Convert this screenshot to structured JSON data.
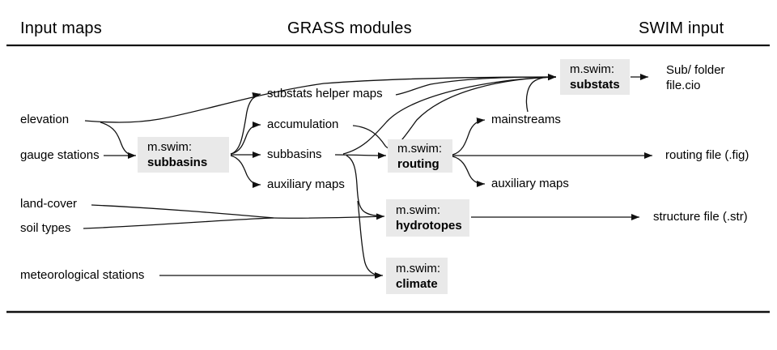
{
  "headers": {
    "input_maps": "Input maps",
    "grass_modules": "GRASS modules",
    "swim_input": "SWIM input"
  },
  "inputs": {
    "elevation": "elevation",
    "gauge_stations": "gauge stations",
    "land_cover": "land-cover",
    "soil_types": "soil types",
    "meteorological_stations": "meteorological stations"
  },
  "modules": {
    "subbasins": {
      "prefix": "m.swim:",
      "name": "subbasins"
    },
    "routing": {
      "prefix": "m.swim:",
      "name": "routing"
    },
    "substats": {
      "prefix": "m.swim:",
      "name": "substats"
    },
    "hydrotopes": {
      "prefix": "m.swim:",
      "name": "hydrotopes"
    },
    "climate": {
      "prefix": "m.swim:",
      "name": "climate"
    }
  },
  "intermediate": {
    "substats_helper_maps": "substats helper maps",
    "accumulation": "accumulation",
    "subbasins": "subbasins",
    "auxiliary_maps": "auxiliary maps",
    "mainstreams": "mainstreams",
    "routing_auxiliary_maps": "auxiliary maps"
  },
  "outputs": {
    "sub_folder": {
      "line1": "Sub/ folder",
      "line2": "file.cio"
    },
    "routing_file": "routing file (.fig)",
    "structure_file": "structure file (.str)"
  },
  "colors": {
    "box_bg": "#e9e9e9",
    "line": "#111111",
    "text": "#000000"
  },
  "edges": [
    {
      "from": "elevation",
      "to": "m.swim:subbasins"
    },
    {
      "from": "elevation",
      "to": "m.swim:substats"
    },
    {
      "from": "gauge stations",
      "to": "m.swim:subbasins"
    },
    {
      "from": "m.swim:subbasins",
      "to": "substats helper maps"
    },
    {
      "from": "m.swim:subbasins",
      "to": "accumulation"
    },
    {
      "from": "m.swim:subbasins",
      "to": "subbasins"
    },
    {
      "from": "m.swim:subbasins",
      "to": "auxiliary maps"
    },
    {
      "from": "substats helper maps",
      "to": "m.swim:substats"
    },
    {
      "from": "accumulation",
      "to": "m.swim:substats"
    },
    {
      "from": "subbasins",
      "to": "m.swim:routing"
    },
    {
      "from": "subbasins",
      "to": "m.swim:substats"
    },
    {
      "from": "subbasins",
      "to": "m.swim:hydrotopes"
    },
    {
      "from": "subbasins",
      "to": "m.swim:climate"
    },
    {
      "from": "mainstreams",
      "to": "m.swim:substats"
    },
    {
      "from": "m.swim:routing",
      "to": "mainstreams"
    },
    {
      "from": "m.swim:routing",
      "to": "routing file (.fig)"
    },
    {
      "from": "m.swim:routing",
      "to": "auxiliary maps"
    },
    {
      "from": "m.swim:substats",
      "to": "Sub/ folder file.cio"
    },
    {
      "from": "land-cover",
      "to": "m.swim:hydrotopes"
    },
    {
      "from": "soil types",
      "to": "m.swim:hydrotopes"
    },
    {
      "from": "meteorological stations",
      "to": "m.swim:climate"
    },
    {
      "from": "m.swim:hydrotopes",
      "to": "structure file (.str)"
    }
  ]
}
